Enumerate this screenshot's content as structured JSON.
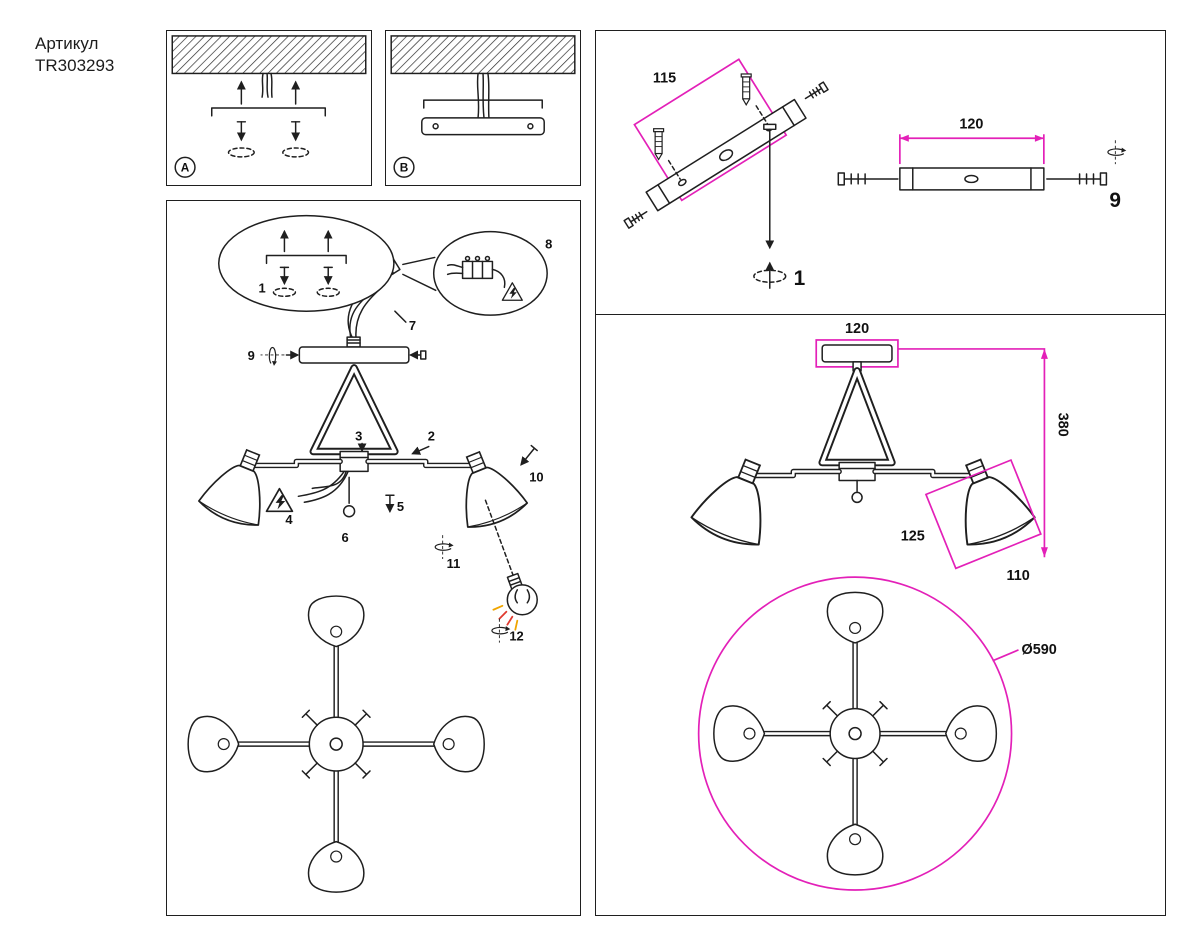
{
  "header": {
    "label": "Артикул",
    "article": "TR303293"
  },
  "colors": {
    "accent": "#e320b8",
    "line": "#1f1f1f",
    "background": "#ffffff"
  },
  "panel_a": {
    "label": "A"
  },
  "panel_b": {
    "label": "B"
  },
  "assembly": {
    "steps": [
      "1",
      "2",
      "3",
      "4",
      "5",
      "6",
      "7",
      "8",
      "9",
      "10",
      "11",
      "12"
    ]
  },
  "bracket_panel": {
    "hole_spacing": "115",
    "length": "120",
    "step_anchor": "1",
    "step_tighten": "9"
  },
  "dim_panel": {
    "canopy": "120",
    "height": "380",
    "shade_w": "125",
    "shade_h": "110",
    "diameter": "Ø590"
  }
}
